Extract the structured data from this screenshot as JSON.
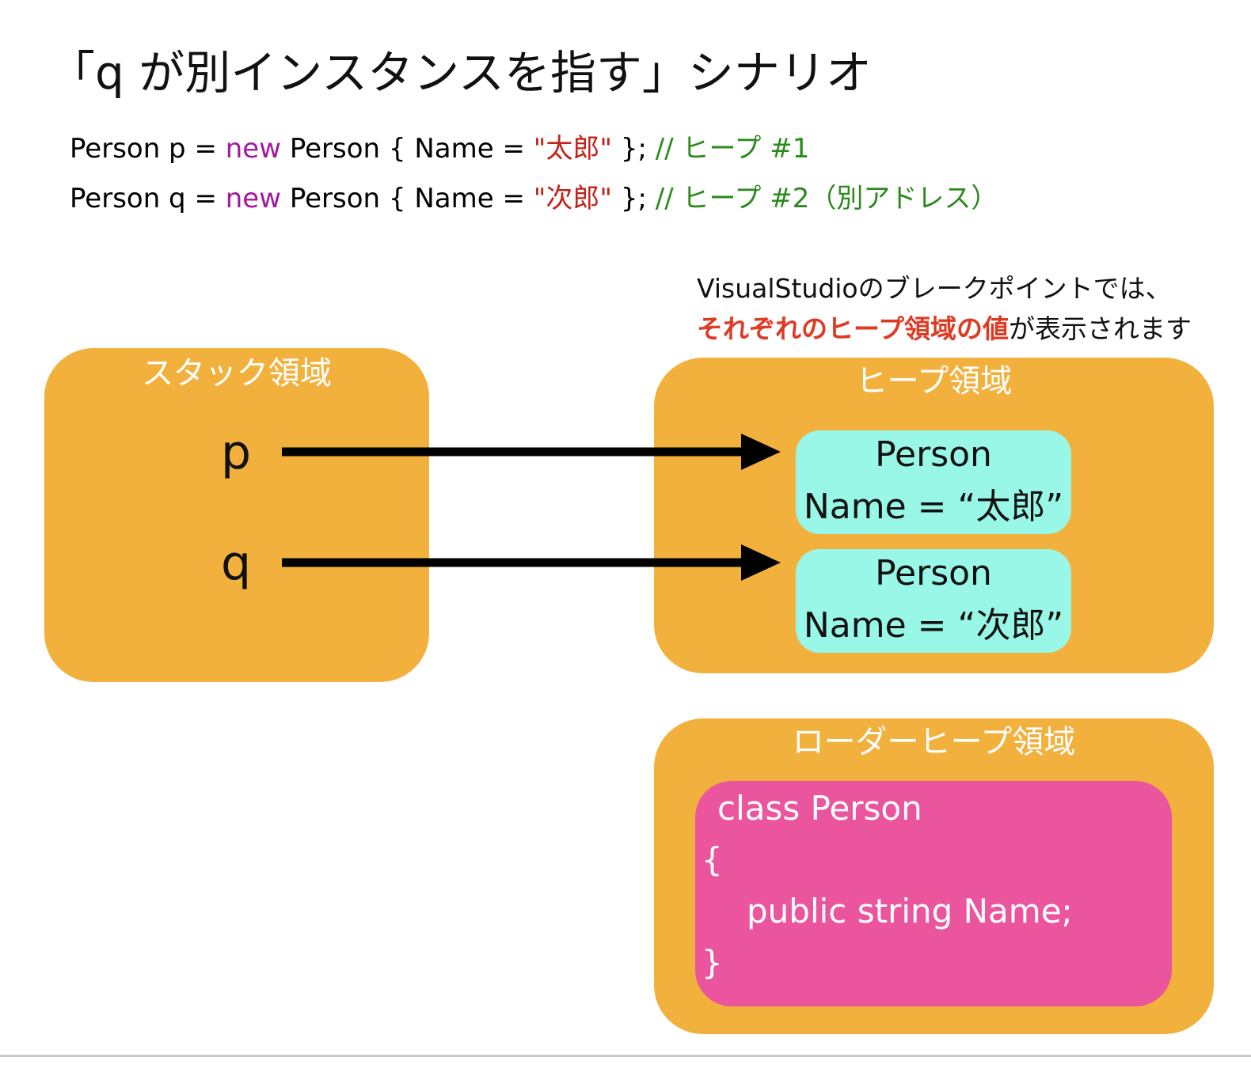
{
  "title": "「q が別インスタンスを指す」シナリオ",
  "code": {
    "line1": {
      "type1": "Person p = ",
      "keyword": "new",
      "type2": " Person { Name = ",
      "string": "\"太郎\"",
      "end": " };  ",
      "comment": "// ヒープ #1"
    },
    "line2": {
      "type1": "Person q = ",
      "keyword": "new",
      "type2": " Person { Name = ",
      "string": "\"次郎\"",
      "end": " };  ",
      "comment": "// ヒープ #2（別アドレス）"
    }
  },
  "note": {
    "line1": "VisualStudioのブレークポイントでは、",
    "line2_highlight": "それぞれのヒープ領域の値",
    "line2_rest": "が表示されます"
  },
  "stack": {
    "title": "スタック領域",
    "variables": [
      "p",
      "q"
    ]
  },
  "heap": {
    "title": "ヒープ領域",
    "objects": [
      {
        "type": "Person",
        "value": "Name = “太郎”"
      },
      {
        "type": "Person",
        "value": "Name = “次郎”"
      }
    ]
  },
  "loader_heap": {
    "title": "ローダーヒープ領域",
    "class_lines": [
      "class Person",
      "{",
      "public string Name;",
      "}"
    ]
  },
  "colors": {
    "region": "#f2b03c",
    "object": "#98f7e6",
    "class": "#ea559d",
    "keyword": "#a3179f",
    "string": "#c0231c",
    "comment": "#2c8a1d",
    "highlight": "#de3a24"
  }
}
